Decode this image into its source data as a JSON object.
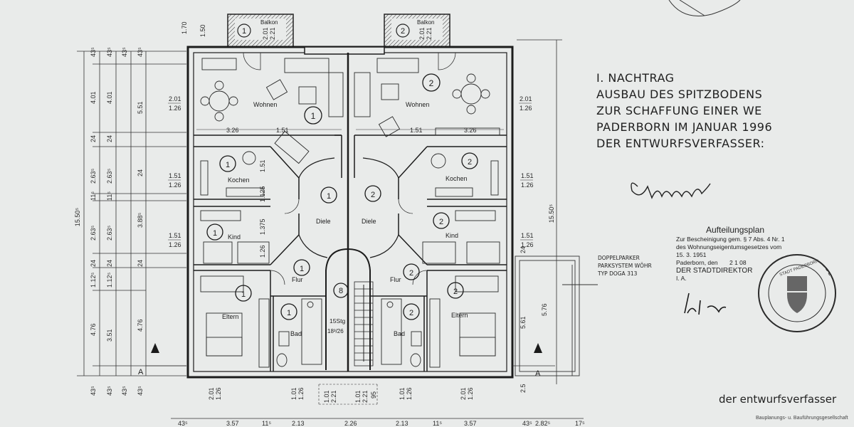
{
  "drawing": {
    "rooms": {
      "balkon": "Balkon",
      "wohnen": "Wohnen",
      "kochen": "Kochen",
      "kind": "Kind",
      "diele": "Diele",
      "flur": "Flur",
      "eltern": "Eltern",
      "bad": "Bad",
      "stair": "15Stg",
      "stair_ratio": "18³/26"
    },
    "unit_marks": {
      "left": "1",
      "right": "2",
      "stair": "8"
    },
    "section_mark": "A",
    "dims": {
      "balcony_top": "1.70",
      "balcony_h": "1.50",
      "balcony_door_1": "2.01",
      "balcony_door_2": "2.21",
      "window_frac": "2.01",
      "window_sub": "1.26",
      "kitchen_frac": "1.51",
      "kitchen_sub": "1.26",
      "wohnen_w": "3.26",
      "diele_w": "1.51",
      "k_vert": "1.51",
      "k_vert2": "1.125",
      "kind_vert": "1.375",
      "kind_vert2": "1.26",
      "total_h": "15.50⁵",
      "outer_43": "43⁵",
      "chain_401": "4.01",
      "chain_551": "5.51",
      "chain_24": "24",
      "chain_263": "2.63⁵",
      "chain_115": "11⁵",
      "chain_388": "3.88⁵",
      "chain_476": "4.76",
      "chain_1125": "1.12⁵",
      "chain_351": "3.51",
      "bot_357": "3.57",
      "bot_213": "2.13",
      "bot_226": "2.26",
      "bot_115": "11⁵",
      "bot_2825": "2.82⁵",
      "bot_17": "17⁵",
      "bot_101": "1.01",
      "bot_126": "1.26",
      "bot_221": "2.21",
      "bot_95": "95",
      "right_24": "24",
      "right_576": "5.76",
      "right_561": "5.61",
      "right_2": "2.5"
    },
    "notes": [
      "I. NACHTRAG",
      "AUSBAU DES SPITZBODENS",
      "ZUR SCHAFFUNG EINER WE",
      "PADERBORN IM JANUAR 1996",
      "DER ENTWURFSVERFASSER:"
    ],
    "doppelparker": [
      "DOPPELPARKER",
      "PARKSYSTEM WÖHR",
      "TYP DOGA 313"
    ],
    "aufteilungsplan": {
      "title": "Aufteilungsplan",
      "lines": [
        "Zur Bescheinigung gem. § 7 Abs. 4 Nr. 1",
        "des Wohnungseigentumsgesetzes vom",
        "15. 3. 1951",
        "Paderborn, den",
        "DER STADTDIREKTOR",
        "I. A."
      ],
      "date_stamp": "2 1 08"
    },
    "stamp_text": "STADT PADERBORN",
    "footer": "der entwurfsverfasser",
    "footer_small": "Bauplanungs- u. Bauführungsgesellschaft"
  }
}
